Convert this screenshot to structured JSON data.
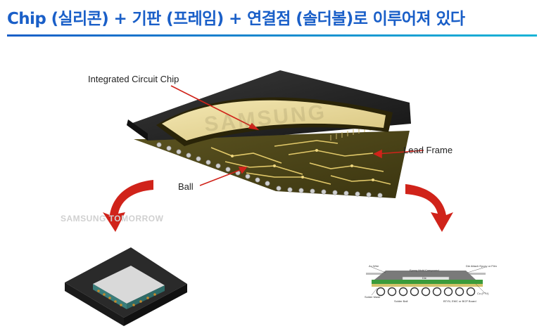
{
  "header": {
    "title": "Chip (실리콘) + 기판 (프레임) + 연결점 (솔더볼)로 이루어져 있다"
  },
  "diagram": {
    "labels": {
      "chip": "Integrated Circuit Chip",
      "frame": "Lead Frame",
      "ball": "Ball"
    },
    "watermark": "SAMSUNG TOMORROW",
    "brand_on_chip": "SAMSUNG",
    "cross_section_labels": [
      "Au Wire",
      "Epoxy Mold Compound",
      "Die Attach Epoxy or Film",
      "Die",
      "Cu (FTV)",
      "Solder Mask",
      "Solder Ball",
      "BT/Si, EMC or BCP Board"
    ],
    "colors": {
      "title": "#1a5fc8",
      "rule_start": "#1a5fc8",
      "rule_end": "#19b4d6",
      "arrow": "#d0231a",
      "chip_gold": "#e6d79a",
      "package_black": "#232323"
    }
  }
}
